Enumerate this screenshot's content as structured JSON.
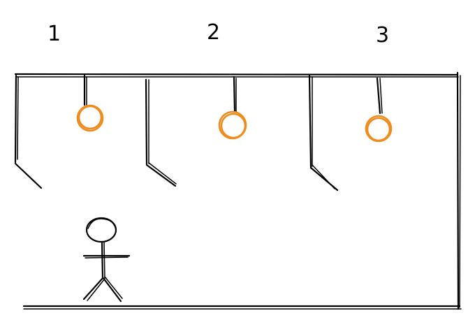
{
  "labels": {
    "room_1": "1",
    "room_2": "2",
    "room_3": "3"
  },
  "colors": {
    "ink": "#000000",
    "bulb": "#f08c1e"
  },
  "elements": {
    "switches": [
      "switch-1",
      "switch-2",
      "switch-3"
    ],
    "bulbs": [
      "bulb-1",
      "bulb-2",
      "bulb-3"
    ],
    "person": "stick-figure"
  }
}
